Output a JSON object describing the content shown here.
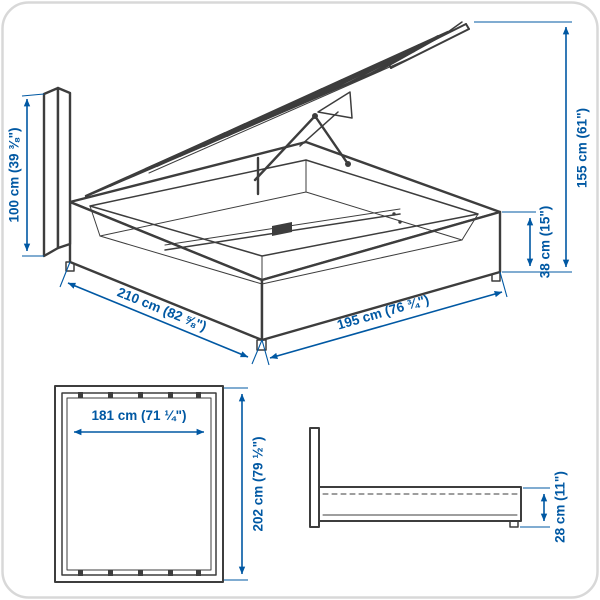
{
  "dimensions": {
    "headboard_height": "100 cm (39 ⅜\")",
    "length": "210 cm (82 ⅝\")",
    "width": "195 cm (76 ¾\")",
    "open_height": "155 cm (61\")",
    "side_rail_height": "38 cm (15\")",
    "inner_width": "181 cm (71 ¼\")",
    "inner_length": "202 cm (79 ½\")",
    "base_height": "28 cm (11\")"
  },
  "colors": {
    "dimension_blue": "#0058a3",
    "line_gray": "#3d3d3d",
    "border_gray": "#d8d8d8",
    "background": "#ffffff"
  }
}
